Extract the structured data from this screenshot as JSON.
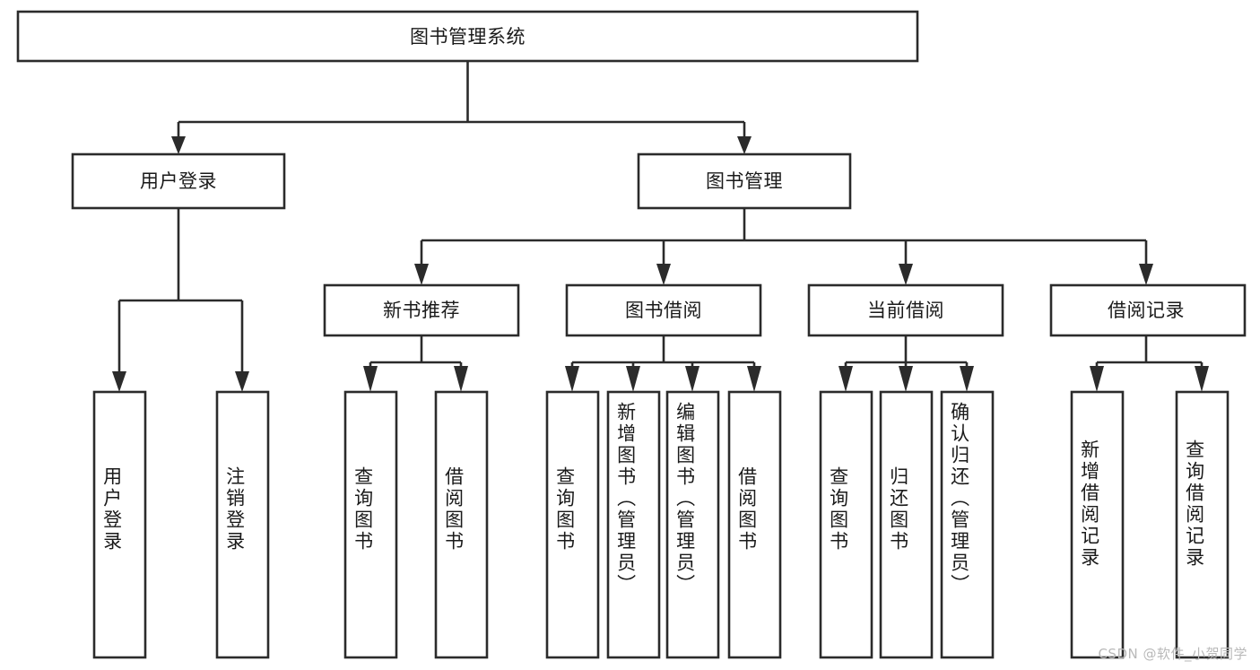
{
  "diagram": {
    "type": "tree-hierarchy",
    "title": "图书管理系统",
    "root": {
      "label": "图书管理系统"
    },
    "level2": [
      {
        "label": "用户登录"
      },
      {
        "label": "图书管理"
      }
    ],
    "level3": [
      {
        "label": "新书推荐",
        "parent": "图书管理"
      },
      {
        "label": "图书借阅",
        "parent": "图书管理"
      },
      {
        "label": "当前借阅",
        "parent": "图书管理"
      },
      {
        "label": "借阅记录",
        "parent": "图书管理"
      }
    ],
    "leaves": {
      "user_login": [
        {
          "label": "用户登录"
        },
        {
          "label": "注销登录"
        }
      ],
      "new_book_recommend": [
        {
          "label": "查询图书"
        },
        {
          "label": "借阅图书"
        }
      ],
      "book_borrow": [
        {
          "label": "查询图书"
        },
        {
          "label": "新增图书（管理员）"
        },
        {
          "label": "编辑图书（管理员）"
        },
        {
          "label": "借阅图书"
        }
      ],
      "current_borrow": [
        {
          "label": "查询图书"
        },
        {
          "label": "归还图书"
        },
        {
          "label": "确认归还（管理员）"
        }
      ],
      "borrow_record": [
        {
          "label": "新增借阅记录"
        },
        {
          "label": "查询借阅记录"
        }
      ]
    }
  },
  "watermark": {
    "text": "CSDN @软件_小贺同学"
  },
  "colors": {
    "stroke": "#2b2b2b",
    "fill": "#ffffff",
    "text": "#1a1a1a",
    "watermark": "#b9b9b9"
  }
}
